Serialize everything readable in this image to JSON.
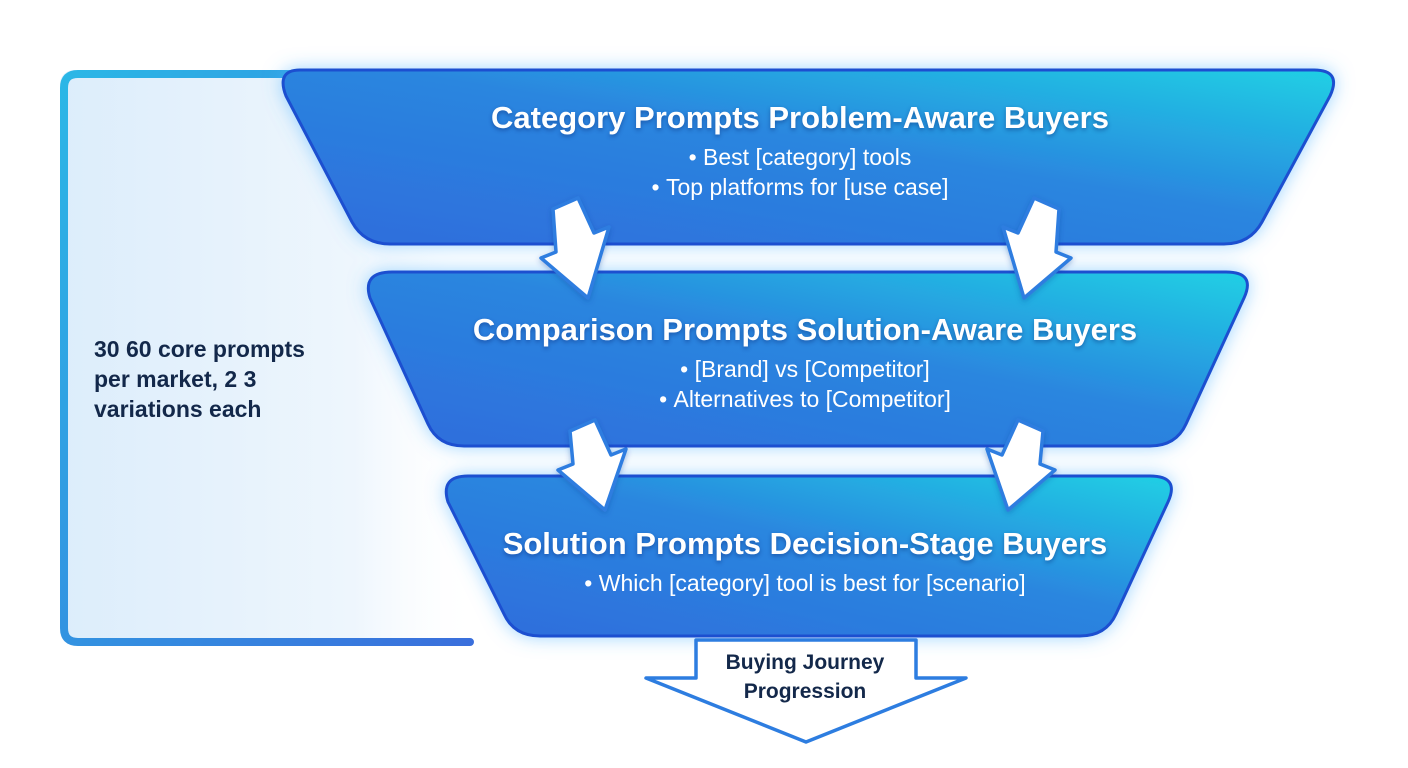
{
  "side_note": {
    "lines": [
      "30 60 core prompts",
      "per market, 2 3",
      "variations each"
    ]
  },
  "tiers": [
    {
      "title": "Category Prompts Problem-Aware Buyers",
      "bullets": [
        "Best [category] tools",
        "Top platforms for [use case]"
      ]
    },
    {
      "title": "Comparison Prompts Solution-Aware Buyers",
      "bullets": [
        "[Brand] vs [Competitor]",
        "Alternatives to [Competitor]"
      ]
    },
    {
      "title": "Solution Prompts Decision-Stage Buyers",
      "bullets": [
        "Which [category] tool is best for [scenario]"
      ]
    }
  ],
  "journey": {
    "lines": [
      "Buying Journey",
      "Progression"
    ]
  },
  "colors": {
    "tier_gradient_start": "#2f6cdc",
    "tier_gradient_end": "#1fd0e4",
    "tier_border": "#1e4fd0",
    "bracket": "#3a86e2",
    "text_dark": "#13284a",
    "arrow_fill": "#ffffff",
    "arrow_outline": "#2d7de0"
  }
}
